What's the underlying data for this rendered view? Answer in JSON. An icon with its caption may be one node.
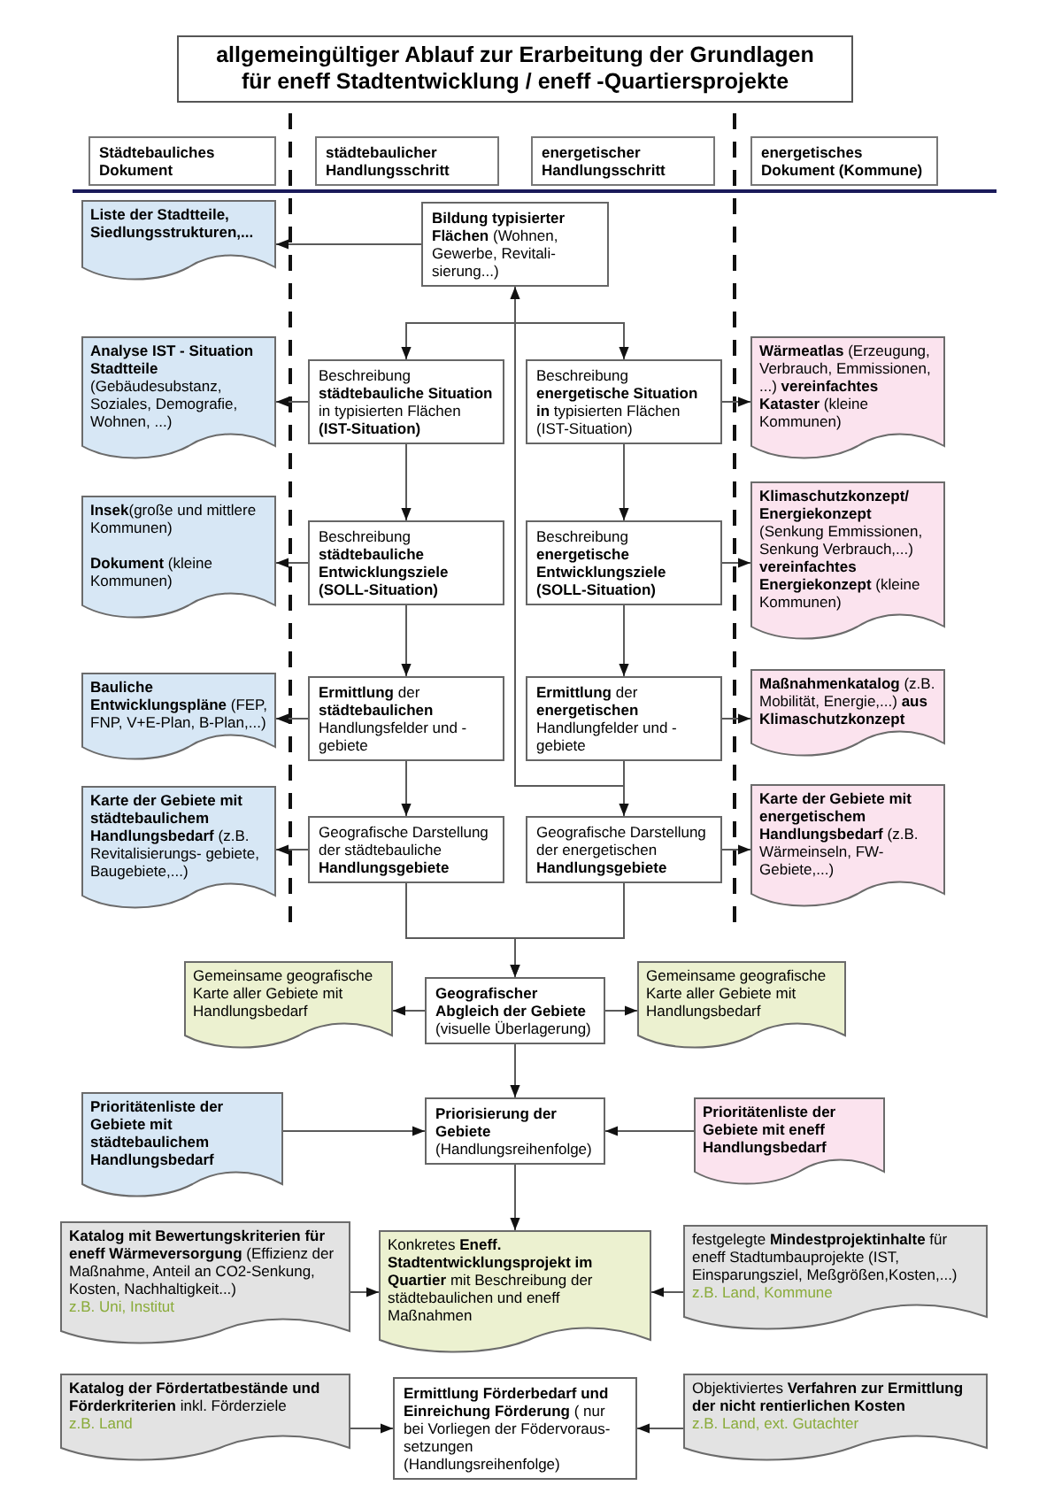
{
  "diagram": {
    "title": "allgemeingültiger Ablauf zur Erarbeitung der Grundlagen für eneff Stadtentwicklung / eneff -Quartiersprojekte",
    "nodes": [
      {
        "text": [
          "Städtebauliches Dokument"
        ]
      },
      {
        "text": [
          "städtebaulicher Handlungsschritt"
        ]
      },
      {
        "text": [
          "energetischer Handlungsschritt"
        ]
      },
      {
        "text": [
          "energetisches Dokument (Kommune)"
        ]
      },
      {
        "text": [
          "Liste der Stadtteile, Siedlungsstrukturen,..."
        ]
      },
      {
        "text": [
          "**Bildung typisierter Flächen** (Wohnen, Gewerbe, Revitali- sierung...)"
        ]
      },
      {
        "text": [
          "**Analyse IST - Situation Stadtteile** (Gebäudesubstanz, Soziales, Demografie, Wohnen, ...)"
        ]
      },
      {
        "text": [
          "Beschreibung **städtebauliche Situation** in typisierten Flächen **(IST-Situation)**"
        ]
      },
      {
        "text": [
          "Beschreibung **energetische Situation in** typisierten Flächen (IST-Situation)"
        ]
      },
      {
        "text": [
          "**Wärmeatlas** (Erzeugung, Verbrauch, Emmissionen, ...) **vereinfachtes Kataster** (kleine Kommunen)"
        ]
      },
      {
        "text": [
          "**Insek**(große und mittlere Kommunen)",
          "**Dokument** (kleine Kommunen)"
        ]
      },
      {
        "text": [
          "Beschreibung **städtebauliche Entwicklungsziele (SOLL-Situation)**"
        ]
      },
      {
        "text": [
          "Beschreibung **energetische Entwicklungsziele (SOLL-Situation)**"
        ]
      },
      {
        "text": [
          "**Klimaschutzkonzept/ Energiekonzept** (Senkung Emmissionen, Senkung Verbrauch,...) **vereinfachtes Energiekonzept** (kleine Kommunen)"
        ]
      },
      {
        "text": [
          "**Bauliche Entwicklungspläne** (FEP, FNP, V+E-Plan, B-Plan,...)"
        ]
      },
      {
        "text": [
          "**Ermittlung** der **städtebaulichen** Handlungsfelder und -gebiete"
        ]
      },
      {
        "text": [
          "**Ermittlung** der **energetischen** Handlungfelder und -gebiete"
        ]
      },
      {
        "text": [
          "**Maßnahmenkatalog** (z.B. Mobilität, Energie,...) **aus Klimaschutzkonzept**"
        ]
      },
      {
        "text": [
          "**Karte der Gebiete mit städtebaulichem Handlungsbedarf** (z.B. Revitalisierungs- gebiete, Baugebiete,...)"
        ]
      },
      {
        "text": [
          "Geografische Darstellung der städtebauliche **Handlungsgebiete**"
        ]
      },
      {
        "text": [
          "Geografische Darstellung der energetischen **Handlungsgebiete**"
        ]
      },
      {
        "text": [
          "**Karte der Gebiete mit energetischem Handlungsbedarf** (z.B. Wärmeinseln, FW- Gebiete,...)"
        ]
      },
      {
        "text": [
          "Gemeinsame geografische Karte aller Gebiete mit Handlungsbedarf"
        ]
      },
      {
        "text": [
          "**Geografischer Abgleich der Gebiete** (visuelle Überlagerung)"
        ]
      },
      {
        "text": [
          "Gemeinsame geografische Karte aller Gebiete mit Handlungsbedarf"
        ]
      },
      {
        "text": [
          "Prioritätenliste der Gebiete mit städtebaulichem Handlungsbedarf"
        ]
      },
      {
        "text": [
          "**Priorisierung der Gebiete** (Handlungsreihenfolge)"
        ]
      },
      {
        "text": [
          "Prioritätenliste der Gebiete mit eneff Handlungsbedarf"
        ]
      },
      {
        "text": [
          "**Katalog mit Bewertungskriterien für eneff Wärmeversorgung** (Effizienz der Maßnahme, Anteil an CO2-Senkung, Kosten, Nachhaltigkeit...)",
          "z.B. Uni, Institut"
        ]
      },
      {
        "text": [
          "Konkretes **Eneff. Stadtentwicklungsprojekt im Quartier** mit Beschreibung der städtebaulichen und eneff Maßnahmen"
        ]
      },
      {
        "text": [
          "festgelegte **Mindestprojektinhalte** für eneff Stadtumbauprojekte (IST, Einsparungsziel, Meßgrößen,Kosten,...)",
          "z.B. Land, Kommune"
        ]
      },
      {
        "text": [
          "**Katalog der Fördertatbestände und Förderkriterien** inkl. Förderziele",
          "z.B. Land"
        ]
      },
      {
        "text": [
          "**Ermittlung Förderbedarf und Einreichung Förderung** ( nur bei Vorliegen der Födervoraus- setzungen (Handlungsreihenfolge)"
        ]
      },
      {
        "text": [
          "Objektiviertes **Verfahren zur Ermittlung der nicht rentierlichen Kosten**",
          "z.B. Land, ext. Gutachter"
        ]
      }
    ],
    "edges": [
      {
        "from": 5,
        "to": 4,
        "arrow": "to"
      },
      {
        "from": 5,
        "to": 7,
        "arrow": "to"
      },
      {
        "from": 5,
        "to": 8,
        "arrow": "to"
      },
      {
        "from": 16,
        "to": 5,
        "arrow": "to"
      },
      {
        "from": 7,
        "to": 6,
        "arrow": "to"
      },
      {
        "from": 8,
        "to": 9,
        "arrow": "to"
      },
      {
        "from": 7,
        "to": 11,
        "arrow": "to"
      },
      {
        "from": 8,
        "to": 12,
        "arrow": "to"
      },
      {
        "from": 11,
        "to": 10,
        "arrow": "to"
      },
      {
        "from": 12,
        "to": 13,
        "arrow": "to"
      },
      {
        "from": 11,
        "to": 15,
        "arrow": "to"
      },
      {
        "from": 12,
        "to": 16,
        "arrow": "to"
      },
      {
        "from": 15,
        "to": 14,
        "arrow": "to"
      },
      {
        "from": 16,
        "to": 17,
        "arrow": "to"
      },
      {
        "from": 15,
        "to": 19,
        "arrow": "to"
      },
      {
        "from": 16,
        "to": 20,
        "arrow": "to"
      },
      {
        "from": 19,
        "to": 18,
        "arrow": "to"
      },
      {
        "from": 20,
        "to": 21,
        "arrow": "to"
      },
      {
        "from": 19,
        "to": 23,
        "arrow": "to"
      },
      {
        "from": 20,
        "to": 23,
        "arrow": "to"
      },
      {
        "from": 23,
        "to": 22,
        "arrow": "to"
      },
      {
        "from": 23,
        "to": 24,
        "arrow": "to"
      },
      {
        "from": 23,
        "to": 26,
        "arrow": "to"
      },
      {
        "from": 25,
        "to": 26,
        "arrow": "to"
      },
      {
        "from": 27,
        "to": 26,
        "arrow": "to"
      },
      {
        "from": 26,
        "to": 29,
        "arrow": "to"
      },
      {
        "from": 28,
        "to": 29,
        "arrow": "to"
      },
      {
        "from": 30,
        "to": 29,
        "arrow": "to"
      },
      {
        "from": 31,
        "to": 32,
        "arrow": "to"
      },
      {
        "from": 33,
        "to": 32,
        "arrow": "to"
      }
    ]
  }
}
